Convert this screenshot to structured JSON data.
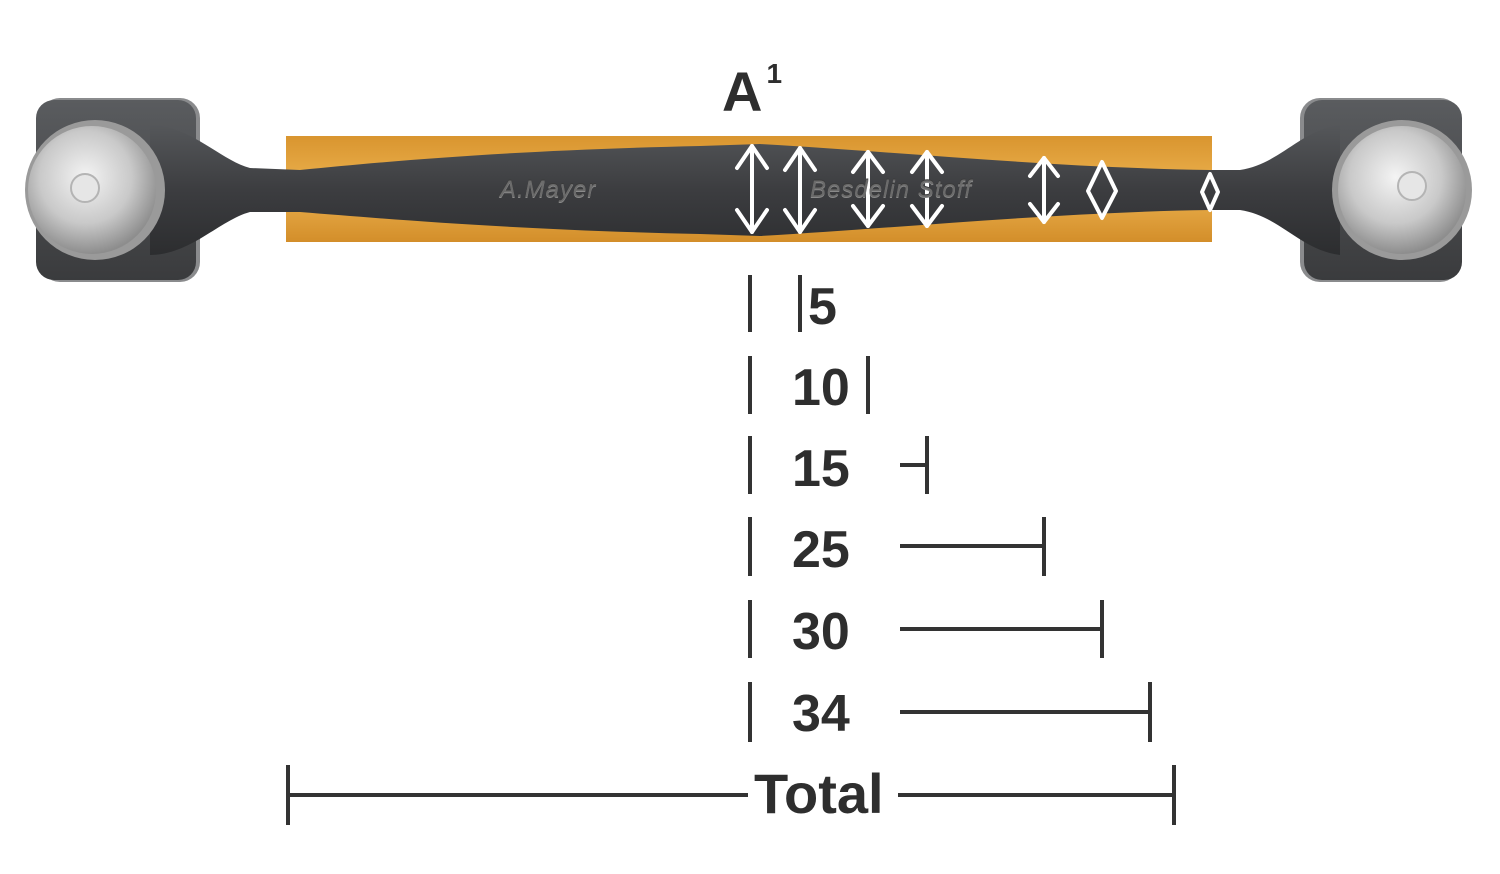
{
  "title": {
    "main": "A",
    "superscript": "1"
  },
  "engravings": {
    "maker": "A.Mayer",
    "brand": "Besdelin Stoff"
  },
  "measurements": [
    {
      "label": "5"
    },
    {
      "label": "10"
    },
    {
      "label": "15"
    },
    {
      "label": "25"
    },
    {
      "label": "30"
    },
    {
      "label": "34"
    }
  ],
  "total_label": "Total",
  "colors": {
    "text": "#2e2e2e",
    "bar": "#3d3e40",
    "band": "#e0a23c",
    "arrow": "#ffffff",
    "line": "#333333"
  }
}
